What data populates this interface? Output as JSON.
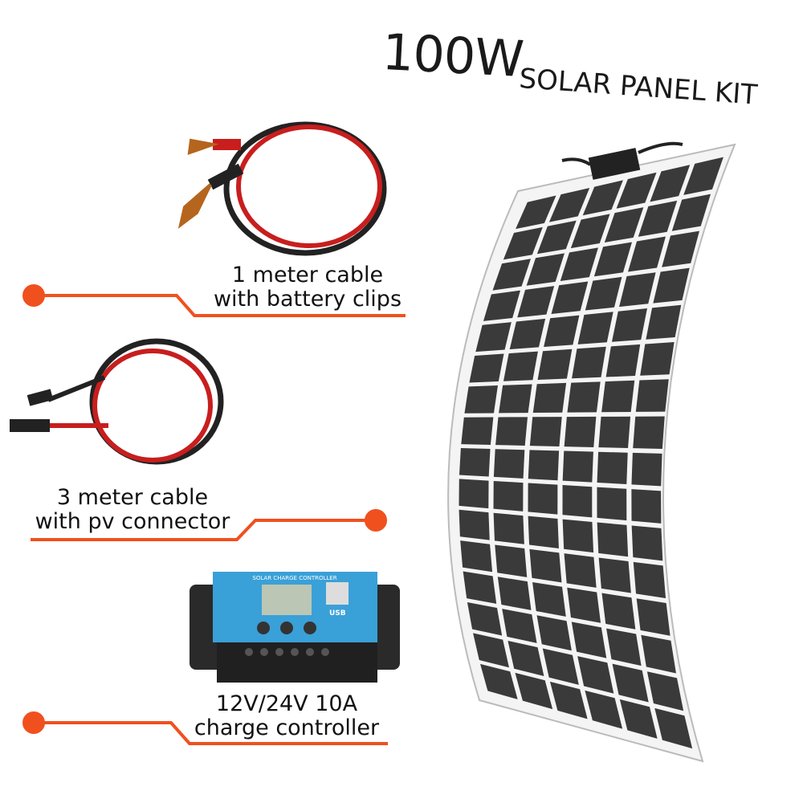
{
  "title": {
    "wattage": "100W",
    "product": "SOLAR PANEL KIT"
  },
  "items": [
    {
      "line1": "1 meter cable",
      "line2": "with battery clips"
    },
    {
      "line1": "3 meter cable",
      "line2": "with pv connector"
    },
    {
      "line1": "12V/24V 10A",
      "line2": "charge controller"
    }
  ],
  "controller": {
    "header": "SOLAR CHARGE CONTROLLER",
    "usb": "USB"
  },
  "colors": {
    "accent": "#f0501e",
    "panel": "#3a3a3a",
    "controller_blue": "#3aa0d8"
  }
}
